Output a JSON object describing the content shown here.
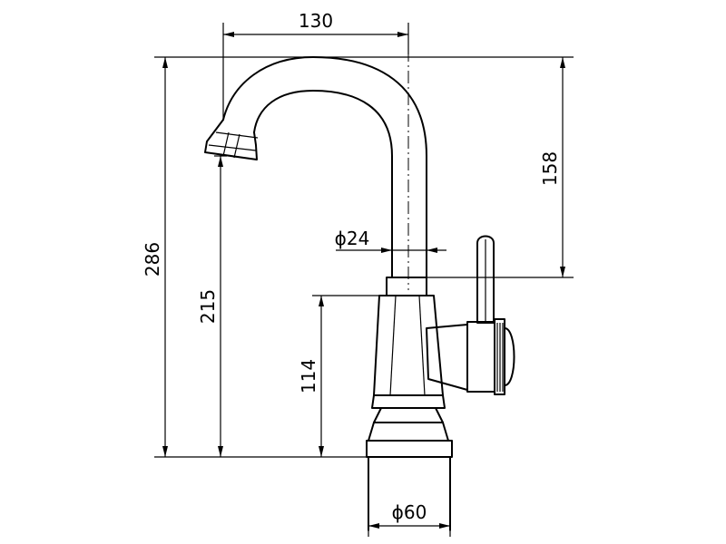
{
  "drawing": {
    "dimensions": {
      "spout_reach": "130",
      "spout_height": "158",
      "overall_height": "286",
      "outlet_height": "215",
      "body_height": "114",
      "spout_diameter": "ϕ24",
      "base_diameter": "ϕ60"
    }
  }
}
